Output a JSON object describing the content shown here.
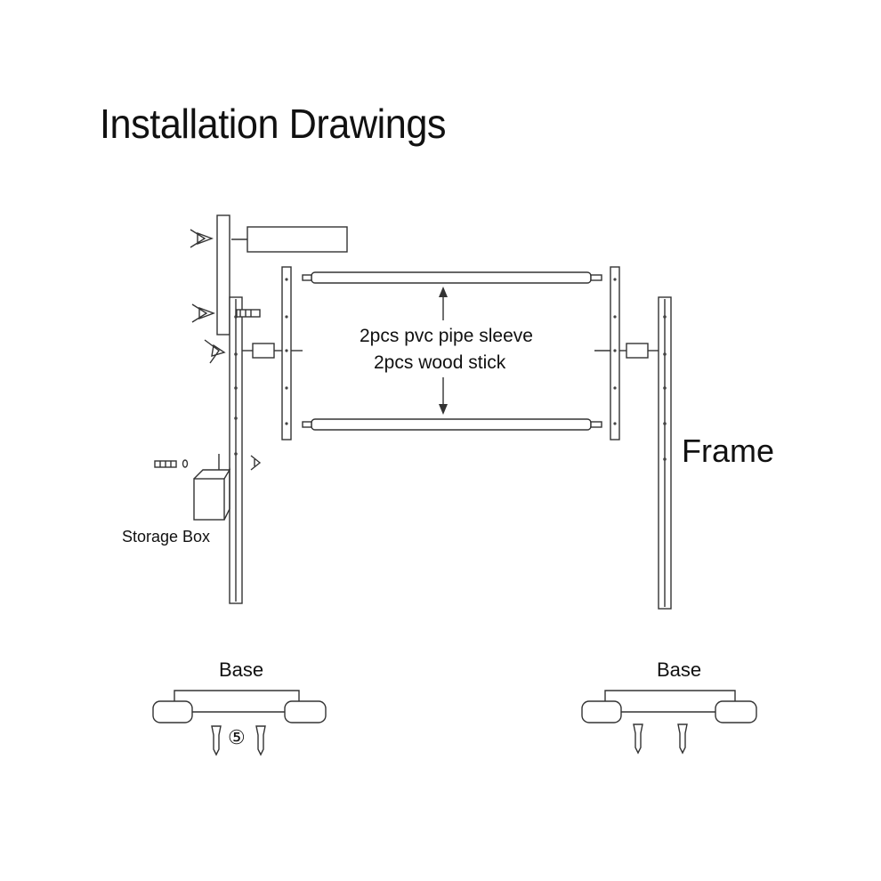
{
  "title": "Installation Drawings",
  "labels": {
    "pipe_sleeve": "2pcs pvc pipe sleeve",
    "wood_stick": "2pcs wood stick",
    "frame": "Frame",
    "storage_box": "Storage Box",
    "base_left": "Base",
    "base_right": "Base",
    "screw_quantity": "⑤"
  },
  "colors": {
    "line": "#333333",
    "text": "#111111",
    "background": "#ffffff"
  }
}
